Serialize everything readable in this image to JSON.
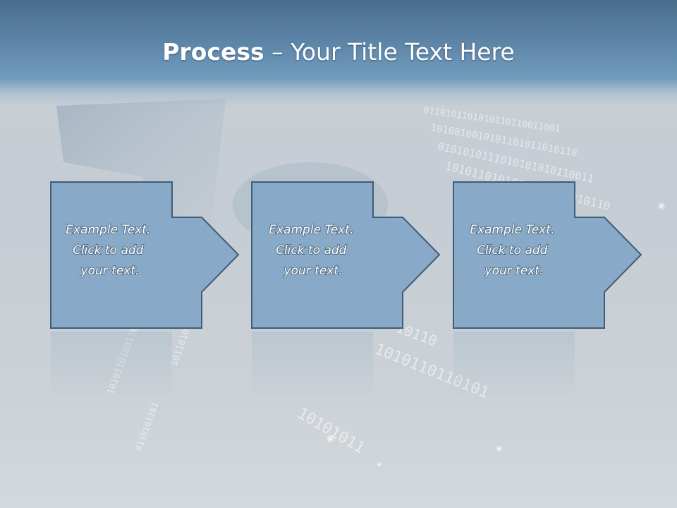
{
  "title": {
    "bold": "Process",
    "rest": " – Your Title Text Here"
  },
  "colors": {
    "title_band": "#5f88ab",
    "box_fill": "#88aac8",
    "box_stroke": "#3f5c78",
    "text": "#ffffff"
  },
  "steps": [
    {
      "lines": [
        "Example Text.",
        "Click  to add",
        "your text."
      ]
    },
    {
      "lines": [
        "Example Text.",
        "Click  to add",
        "your text."
      ]
    },
    {
      "lines": [
        "Example Text.",
        "Click  to add",
        "your text."
      ]
    }
  ]
}
